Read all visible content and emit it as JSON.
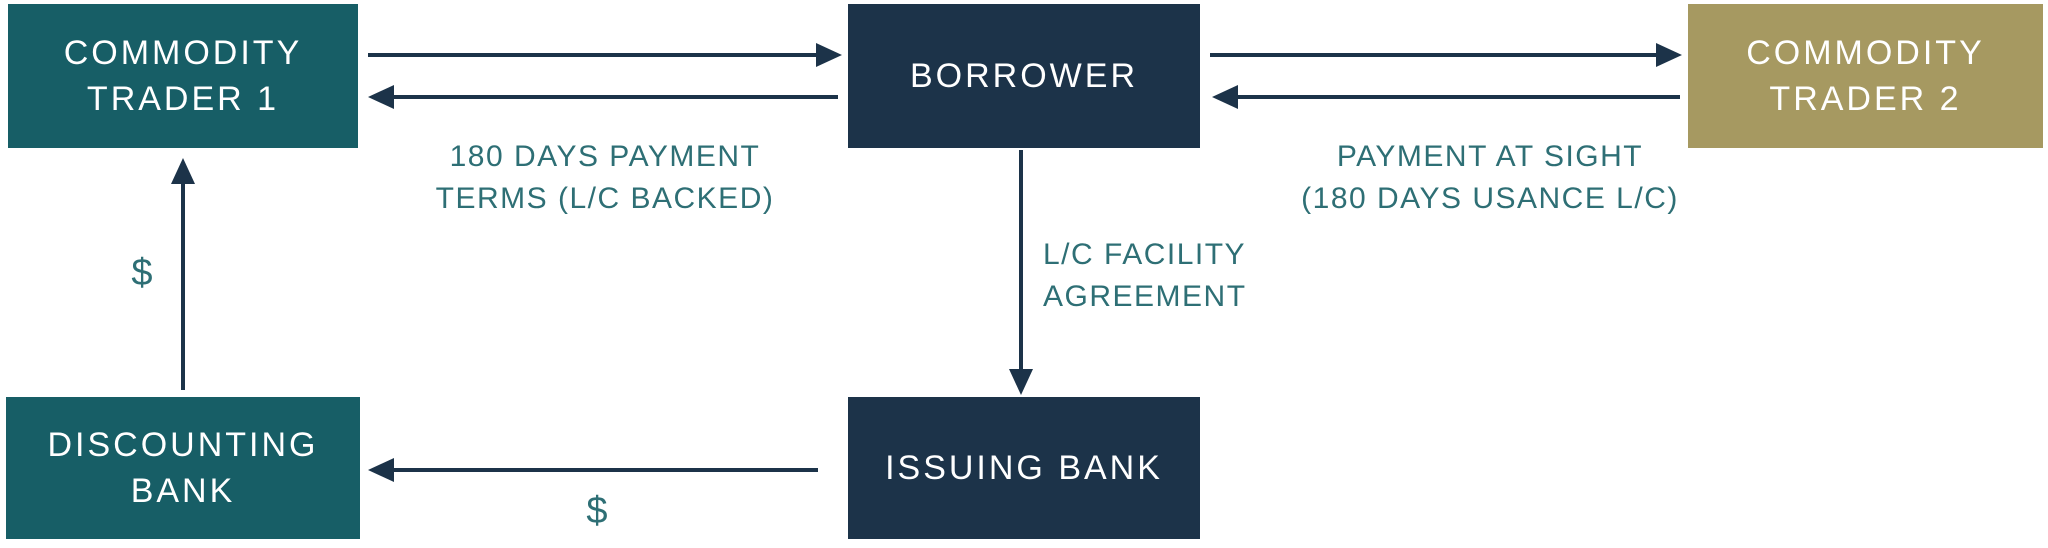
{
  "nodes": {
    "trader1": {
      "line1": "COMMODITY",
      "line2": "TRADER 1",
      "color": "#175E66"
    },
    "borrower": {
      "line1": "BORROWER",
      "color": "#1C3349"
    },
    "trader2": {
      "line1": "COMMODITY",
      "line2": "TRADER 2",
      "color": "#A69961"
    },
    "discounting_bank": {
      "line1": "DISCOUNTING",
      "line2": "BANK",
      "color": "#175E66"
    },
    "issuing_bank": {
      "line1": "ISSUING BANK",
      "color": "#1C3349"
    }
  },
  "edge_labels": {
    "payment_terms": {
      "line1": "180 DAYS PAYMENT",
      "line2": "TERMS (L/C BACKED)"
    },
    "payment_at_sight": {
      "line1": "PAYMENT AT SIGHT",
      "line2": "(180 DAYS USANCE L/C)"
    },
    "lc_facility": {
      "line1": "L/C FACILITY",
      "line2": "AGREEMENT"
    },
    "dollar_discounting_to_trader1": "$",
    "dollar_issuing_to_discounting": "$"
  },
  "colors": {
    "teal_box": "#175E66",
    "navy_box": "#1C3349",
    "gold_box": "#A69961",
    "arrow": "#1C3349",
    "edge_label_text": "#2E6F75",
    "box_text": "#FFFFFF",
    "background": "#FFFFFF"
  }
}
